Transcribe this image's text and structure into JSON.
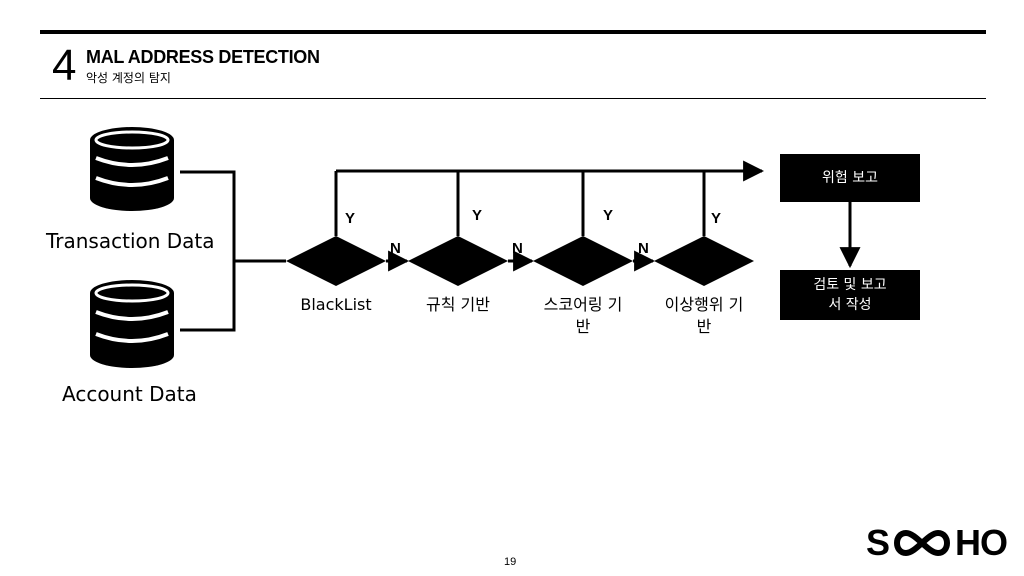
{
  "header": {
    "number": "4",
    "title": "MAL ADDRESS DETECTION",
    "subtitle": "악성 계정의 탐지"
  },
  "sources": [
    {
      "label": "Transaction Data",
      "icon": "database-icon"
    },
    {
      "label": "Account Data",
      "icon": "database-icon"
    }
  ],
  "decisions": [
    {
      "label": "BlackList"
    },
    {
      "label": "규칙 기반"
    },
    {
      "label": "스코어링 기반"
    },
    {
      "label": "이상행위 기반"
    }
  ],
  "branches": {
    "yes": "Y",
    "no": "N"
  },
  "outputs": {
    "report": "위험 보고",
    "review": "검토 및 보고서 작성"
  },
  "footer": {
    "page": "19",
    "logo_left": "S",
    "logo_right": "HO"
  },
  "colors": {
    "primary": "#000000",
    "background": "#ffffff"
  }
}
